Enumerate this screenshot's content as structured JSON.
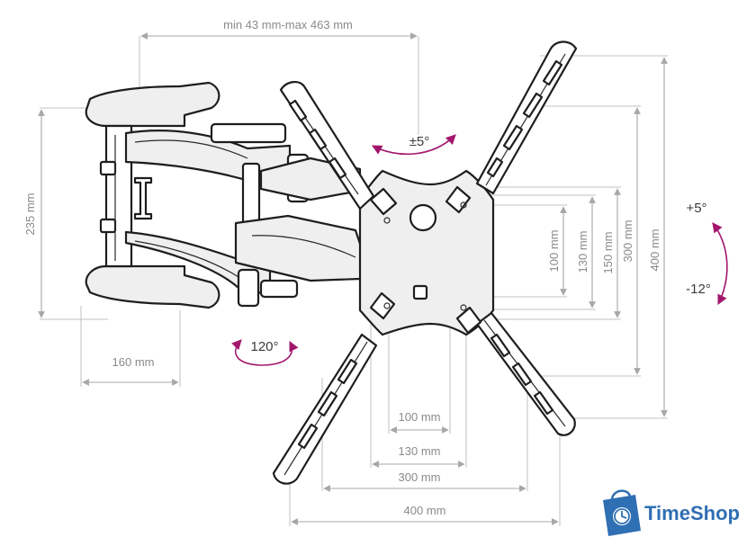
{
  "dimensions": {
    "arm_extension": "min 43 mm-max 463 mm",
    "wall_plate_height": "235 mm",
    "wall_plate_width": "160 mm",
    "vesa_h_100": "100 mm",
    "vesa_h_130": "130 mm",
    "vesa_h_300": "300 mm",
    "vesa_h_400": "400 mm",
    "vesa_v_100": "100 mm",
    "vesa_v_130": "130 mm",
    "vesa_v_150": "150 mm",
    "vesa_v_300": "300 mm",
    "vesa_v_400": "400 mm"
  },
  "angles": {
    "swivel_tv": "±5°",
    "swivel_arm": "120°",
    "tilt_up": "+5°",
    "tilt_down": "-12°"
  },
  "brand": {
    "name": "TimeShop"
  },
  "colors": {
    "accent": "#a2176d",
    "dimension": "#a7a7a7",
    "outline": "#1e1e1e",
    "brand": "#2f6fb3"
  }
}
